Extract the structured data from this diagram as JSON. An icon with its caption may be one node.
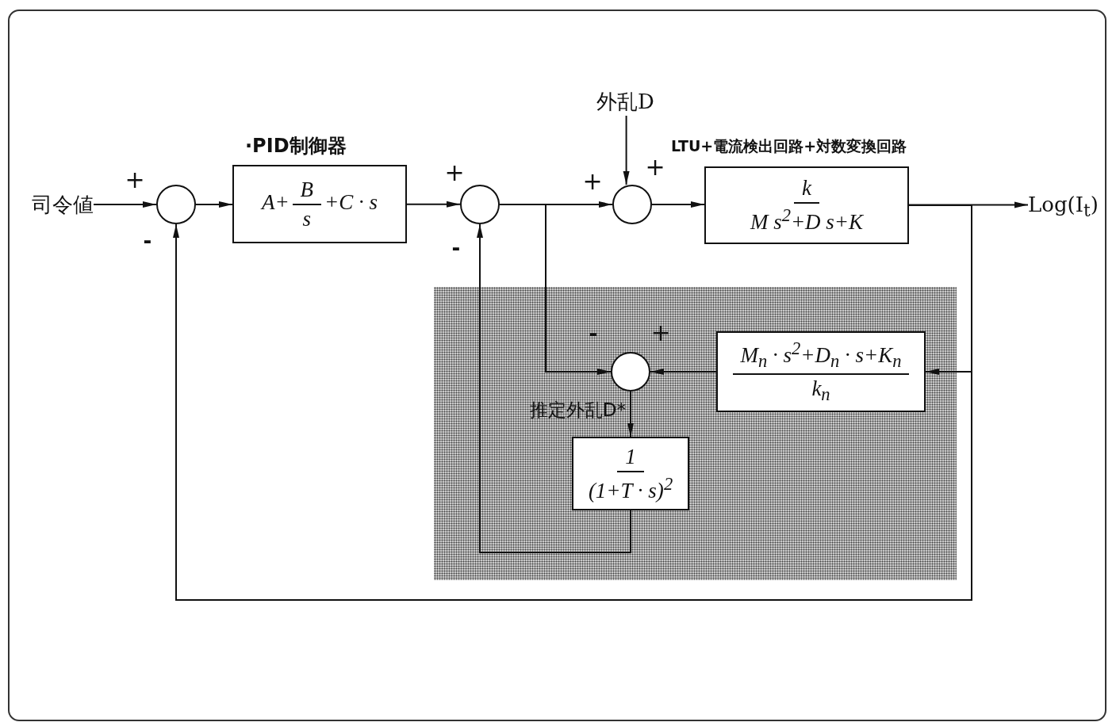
{
  "diagram": {
    "nodes": [
      {
        "text": [
          "司令値"
        ]
      },
      {
        "text": [],
        "shape": "circle"
      },
      {
        "text": [
          "·PID制御器",
          "A+",
          "B",
          "s",
          "+C · s"
        ]
      },
      {
        "text": [],
        "shape": "circle"
      },
      {
        "text": [
          "外乱D"
        ]
      },
      {
        "text": [],
        "shape": "circle"
      },
      {
        "text": [
          "LTU+電流検出回路+対数変換回路",
          "k",
          "M s$^{2}$+D s+K"
        ]
      },
      {
        "text": [
          "Log(I$_{t}$)"
        ]
      },
      {
        "text": [],
        "shape": "box"
      },
      {
        "text": [],
        "shape": "circle",
        "in": 8
      },
      {
        "text": [
          "M$_{n}$ · s$^{2}$+D$_{n}$ · s+K$_{n}$",
          "k$_{n}$"
        ],
        "in": 8
      },
      {
        "text": [
          "1",
          "(1+T · s)$^{2}$"
        ],
        "in": 8
      }
    ],
    "edges": [
      {
        "from": 0,
        "to": 1,
        "arrow": "to"
      },
      {
        "from": 1,
        "to": 2,
        "arrow": "to"
      },
      {
        "from": 2,
        "to": 3,
        "arrow": "to"
      },
      {
        "from": 3,
        "to": 5,
        "arrow": "to"
      },
      {
        "from": 4,
        "to": 5,
        "arrow": "to"
      },
      {
        "from": 5,
        "to": 6,
        "arrow": "to"
      },
      {
        "from": 6,
        "to": 7,
        "arrow": "to"
      },
      {
        "from": 6,
        "to": 1,
        "arrow": "to"
      },
      {
        "from": 6,
        "to": 10,
        "arrow": "to"
      },
      {
        "from": 3,
        "to": 9,
        "arrow": "to"
      },
      {
        "from": 10,
        "to": 9,
        "arrow": "to"
      },
      {
        "from": 9,
        "to": 11,
        "arrow": "to",
        "label": "推定外乱D*"
      },
      {
        "from": 11,
        "to": 3,
        "arrow": "to"
      }
    ],
    "labels": [
      "+",
      "-",
      "+",
      "-",
      "+",
      "+",
      "-",
      "+"
    ]
  }
}
